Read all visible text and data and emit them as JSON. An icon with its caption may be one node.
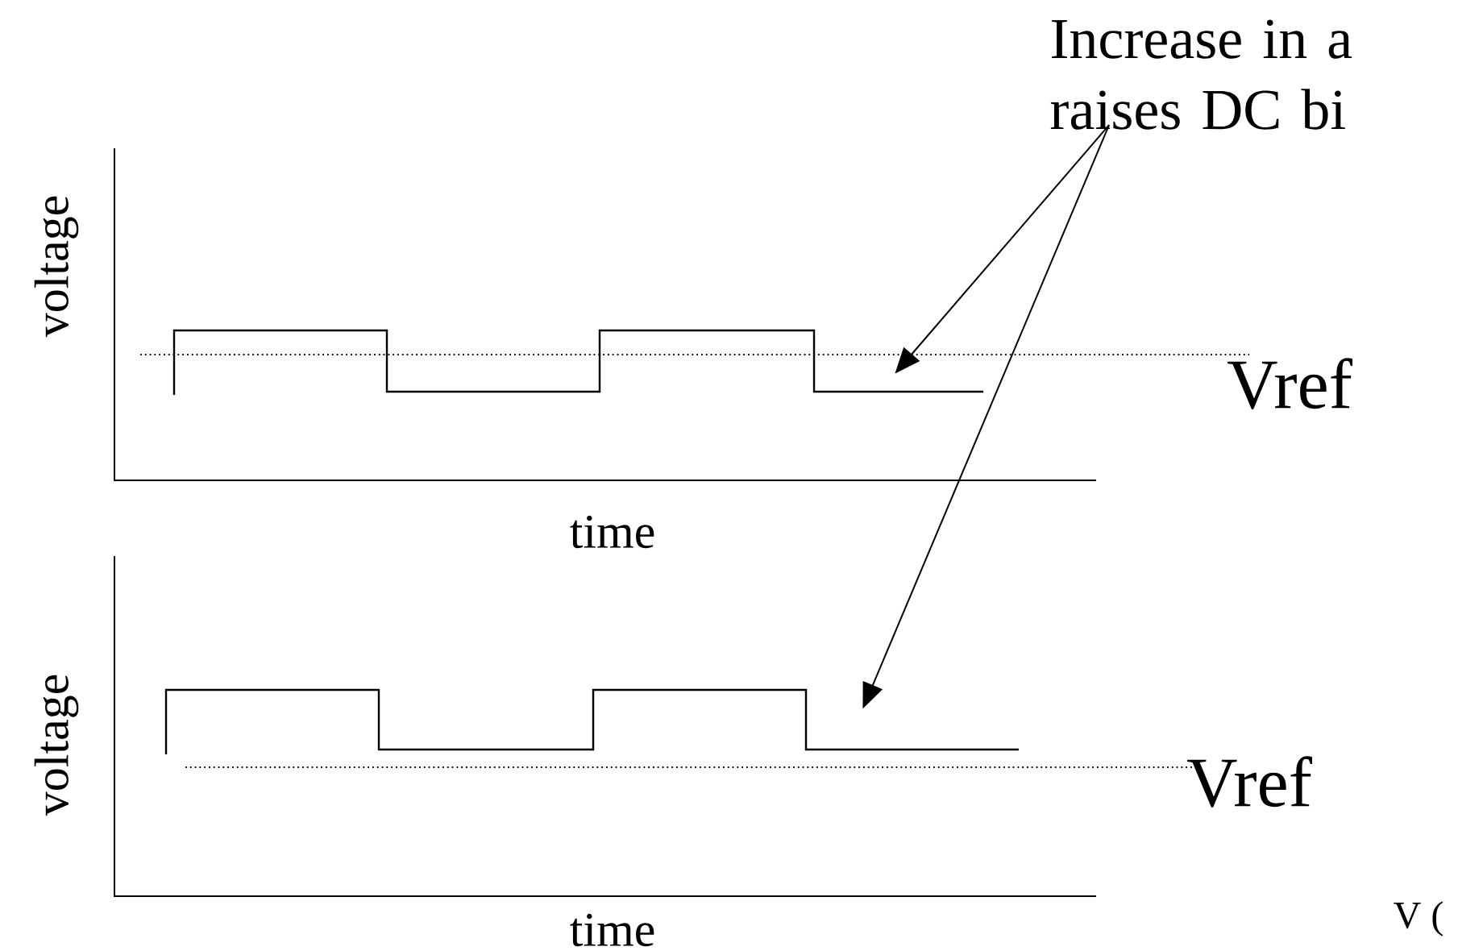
{
  "diagram": {
    "nodes": [
      {
        "text": [
          "Increase in a raises DC bi"
        ]
      },
      {
        "text": [],
        "shape": "picture"
      },
      {
        "text": [],
        "shape": "picture"
      }
    ],
    "edges": [
      {
        "from": 0,
        "to": 1,
        "arrow": "to"
      },
      {
        "from": 0,
        "to": 2,
        "arrow": "to"
      }
    ],
    "labels": [
      "voltage",
      "time",
      "Vref",
      "voltage",
      "time",
      "Vref",
      "V ("
    ]
  }
}
